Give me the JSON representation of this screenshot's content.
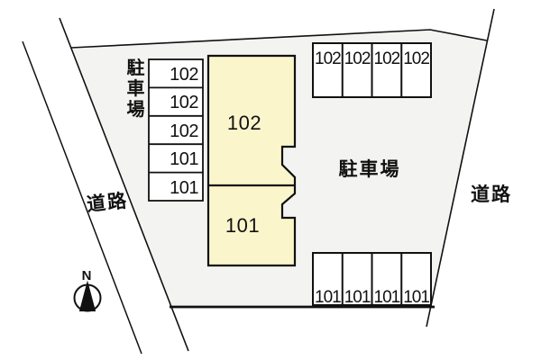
{
  "colors": {
    "site_fill": "#f3f3f1",
    "building_fill": "#fbf5cc",
    "stall_fill": "#ffffff",
    "line": "#111111"
  },
  "building": {
    "units": [
      {
        "label": "102"
      },
      {
        "label": "101"
      }
    ]
  },
  "parking_left": {
    "label": "駐車場",
    "stalls": [
      "102",
      "102",
      "102",
      "101",
      "101"
    ]
  },
  "parking_top_right": {
    "stalls": [
      "102",
      "102",
      "102",
      "102"
    ]
  },
  "parking_bottom_right": {
    "stalls": [
      "101",
      "101",
      "101",
      "101"
    ]
  },
  "parking_right": {
    "label": "駐車場"
  },
  "roads": {
    "left_label": "道路",
    "right_label": "道路"
  },
  "compass": {
    "north_label": "N"
  }
}
